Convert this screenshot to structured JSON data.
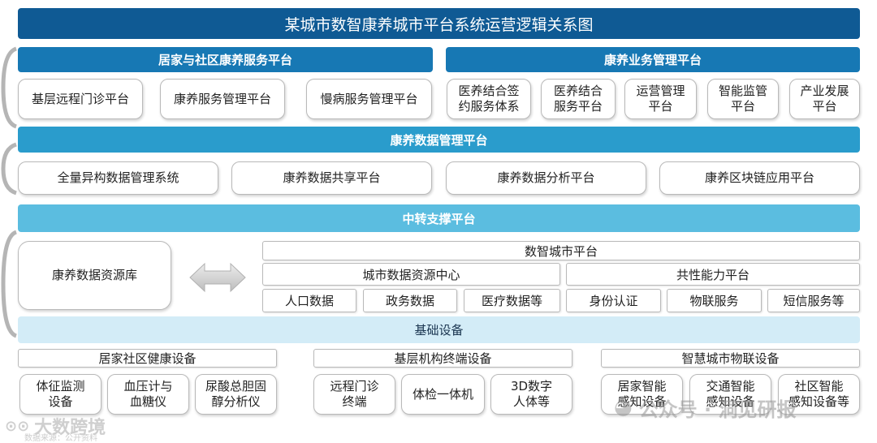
{
  "title": "某城市数智康养城市平台系统运营逻辑关系图",
  "home_community": {
    "header": "居家与社区康养服务平台",
    "items": [
      "基层远程门诊平台",
      "康养服务管理平台",
      "慢病服务管理平台"
    ]
  },
  "business": {
    "header": "康养业务管理平台",
    "items": [
      "医养结合签\n约服务体系",
      "医养结合\n服务平台",
      "运营管理\n平台",
      "智能监管\n平台",
      "产业发展\n平台"
    ]
  },
  "data_mgmt": {
    "header": "康养数据管理平台",
    "items": [
      "全量异构数据管理系统",
      "康养数据共享平台",
      "康养数据分析平台",
      "康养区块链应用平台"
    ]
  },
  "relay": {
    "header": "中转支撑平台"
  },
  "resource": {
    "label": "康养数据资源库"
  },
  "city": {
    "header": "数智城市平台",
    "data_center": {
      "label": "城市数据资源中心",
      "items": [
        "人口数据",
        "政务数据",
        "医疗数据等"
      ]
    },
    "capability": {
      "label": "共性能力平台",
      "items": [
        "身份认证",
        "物联服务",
        "短信服务等"
      ]
    }
  },
  "infra": {
    "header": "基础设备",
    "home": {
      "label": "居家社区健康设备",
      "items": [
        "体征监测\n设备",
        "血压计与\n血糖仪",
        "尿酸总胆固\n醇分析仪"
      ]
    },
    "terminal": {
      "label": "基层机构终端设备",
      "items": [
        "远程门诊\n终端",
        "体检一体机",
        "3D数字\n人体等"
      ]
    },
    "iot": {
      "label": "智慧城市物联设备",
      "items": [
        "居家智能\n感知设备",
        "交通智能\n感知设备",
        "社区智能\n感知设备等"
      ]
    }
  },
  "watermarks": {
    "brand_left": "大数跨境",
    "source_left": "数据来源：公开资料",
    "brand_right": "公众号 · 洞见研报"
  },
  "colors": {
    "title": "#0f5a94",
    "band_dark": "#1778b4",
    "band_mid": "#2a9ccc",
    "band_light": "#5bbde0",
    "band_pale": "#d3ecf7"
  }
}
